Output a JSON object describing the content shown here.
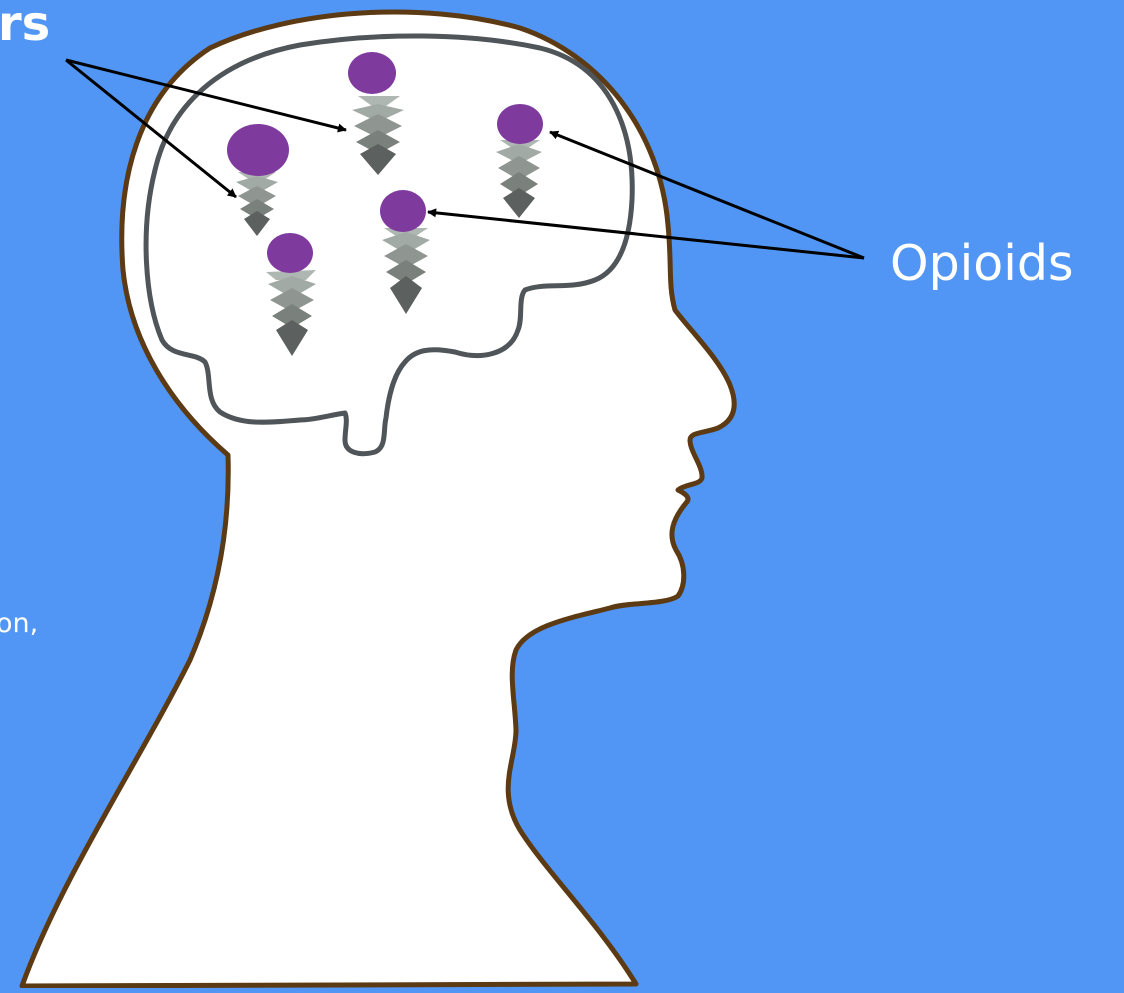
{
  "labels": {
    "receptors": "rs",
    "opioids": "Opioids",
    "body_snippet": "on,"
  },
  "colors": {
    "background": "#5196F4",
    "head_fill": "#FFFFFF",
    "head_outline": "#5C3A14",
    "brain_outline": "#4F5558",
    "opioid": "#7F3A9E",
    "arrow": "#000000",
    "label_text": "#FFFFFF"
  },
  "icons": [
    "head-silhouette",
    "brain-outline",
    "opioid-molecule",
    "opioid-receptor",
    "arrow"
  ]
}
